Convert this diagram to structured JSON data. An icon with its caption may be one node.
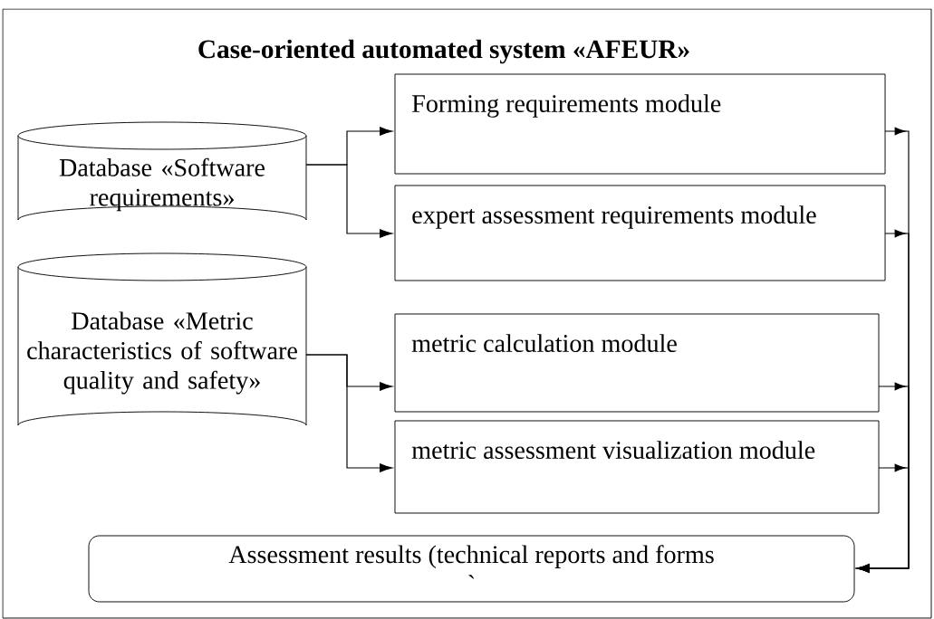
{
  "diagram": {
    "nodes": [
      {
        "text": [
          "Case-oriented automated system «AFEUR»"
        ]
      },
      {
        "text": [
          "Database «Software requirements»"
        ],
        "in": 0
      },
      {
        "text": [
          "Forming requirements module"
        ],
        "in": 0
      },
      {
        "text": [
          "expert assessment requirements module"
        ],
        "in": 0
      },
      {
        "text": [
          "Database «Metric characteristics of software quality and safety»"
        ],
        "in": 0
      },
      {
        "text": [
          "metric calculation module"
        ],
        "in": 0
      },
      {
        "text": [
          "metric assessment visualization module"
        ],
        "in": 0
      },
      {
        "text": [
          "Assessment results (technical reports and forms",
          "`"
        ],
        "in": 0
      }
    ],
    "edges": [
      {
        "from": 1,
        "to": 2,
        "arrow": "to"
      },
      {
        "from": 1,
        "to": 3,
        "arrow": "to"
      },
      {
        "from": 4,
        "to": 5,
        "arrow": "to"
      },
      {
        "from": 4,
        "to": 6,
        "arrow": "to"
      },
      {
        "from": 2,
        "to": 7,
        "arrow": "to"
      },
      {
        "from": 3,
        "to": 7,
        "arrow": "to"
      },
      {
        "from": 5,
        "to": 7,
        "arrow": "to"
      },
      {
        "from": 6,
        "to": 7,
        "arrow": "to"
      }
    ]
  }
}
